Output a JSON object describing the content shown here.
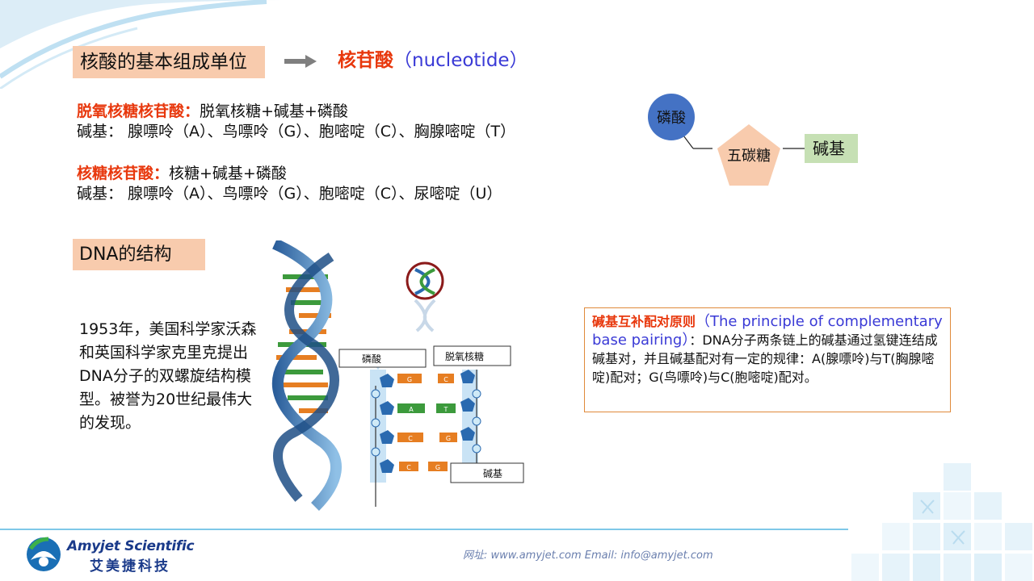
{
  "header": {
    "title": "核酸的基本组成单位",
    "nucleotide_cn": "核苷酸",
    "nucleotide_en": "（nucleotide）"
  },
  "deoxy": {
    "label": "脱氧核糖核苷酸：",
    "formula": "脱氧核糖+碱基+磷酸",
    "bases": "碱基： 腺嘌呤（A）、鸟嘌呤（G）、胞嘧啶（C）、胸腺嘧啶（T）"
  },
  "ribo": {
    "label": "核糖核苷酸：",
    "formula": "核糖+碱基+磷酸",
    "bases": "碱基： 腺嘌呤（A）、鸟嘌呤（G）、胞嘧啶（C）、尿嘧啶（U）"
  },
  "diagram": {
    "phosphate": "磷酸",
    "sugar": "五碳糖",
    "base": "碱基"
  },
  "dna_section": {
    "title": "DNA的结构",
    "story": "1953年，美国科学家沃森和英国科学家克里克提出DNA分子的双螺旋结构模型。被誉为20世纪最伟大的发现。"
  },
  "dna_figure": {
    "phosphate": "磷酸",
    "deoxyribose": "脱氧核糖",
    "base": "碱基",
    "base_letters": [
      "G",
      "C",
      "A",
      "T",
      "C",
      "G",
      "C",
      "G"
    ]
  },
  "principle": {
    "title_cn": "碱基互补配对原则",
    "title_en": "（The principle of complementary base pairing）",
    "body": "：DNA分子两条链上的碱基通过氢键连结成碱基对，并且碱基配对有一定的规律：A(腺嘌呤)与T(胸腺嘧啶)配对；G(鸟嘌呤)与C(胞嘧啶)配对。"
  },
  "footer": {
    "logo_en": "Amyjet Scientific",
    "logo_cn": "艾美捷科技",
    "contact": "网址: www.amyjet.com     Email: info@amyjet.com"
  },
  "colors": {
    "accent_red": "#e8380d",
    "accent_blue": "#3a3ad6",
    "box_peach": "#f8cbad",
    "box_green": "#c6e0b4",
    "phosphate_blue": "#4472c4",
    "brand_navy": "#1a3a8a"
  }
}
